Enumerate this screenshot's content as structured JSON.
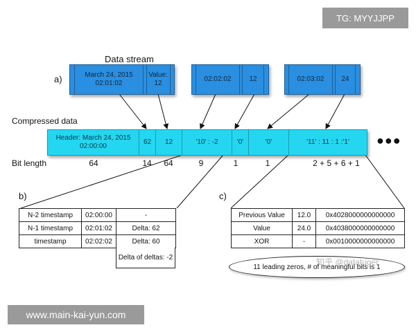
{
  "watermark_top": "TG: MYYJJPP",
  "watermark_bottom": "www.main-kai-yun.com",
  "faint_watermark": "知乎 @datatuger",
  "labels": {
    "a": "a)",
    "b": "b)",
    "c": "c)",
    "data_stream": "Data stream",
    "compressed_data": "Compressed data",
    "bit_length": "Bit length"
  },
  "stream": {
    "b1_timestamp": "March 24, 2015 02:01:02",
    "b1_value": "Value: 12",
    "b2_timestamp": "02:02:02",
    "b2_value": "12",
    "b3_timestamp": "02:03:02",
    "b3_value": "24"
  },
  "compressed": {
    "header": "Header: March 24, 2015 02:00:00",
    "c1": "62",
    "c2": "12",
    "c3": "'10' : -2",
    "c4": "'0'",
    "c5": "'0'",
    "c6": "'11' : 11 : 1 :'1'",
    "more": "●●●"
  },
  "bit_lengths": {
    "header": "64",
    "c1": "14",
    "c2": "64",
    "c3": "9",
    "c4": "1",
    "c5": "1",
    "c6": "2 + 5 + 6 + 1"
  },
  "table_b": {
    "rows": [
      [
        "N-2 timestamp",
        "02:00:00",
        "-"
      ],
      [
        "N-1 timestamp",
        "02:01:02",
        "Delta: 62"
      ],
      [
        "timestamp",
        "02:02:02",
        "Delta: 60"
      ]
    ],
    "delta_of_deltas": "Delta of deltas: -2"
  },
  "table_c": {
    "rows": [
      [
        "Previous Value",
        "12.0",
        "0x4028000000000000"
      ],
      [
        "Value",
        "24.0",
        "0x4038000000000000"
      ],
      [
        "XOR",
        "-",
        "0x0010000000000000"
      ]
    ],
    "note": "11 leading zeros, # of meaningful bits is 1"
  },
  "colors": {
    "stream_block": "#2a8fe0",
    "compressed_bar": "#25d6f0"
  }
}
